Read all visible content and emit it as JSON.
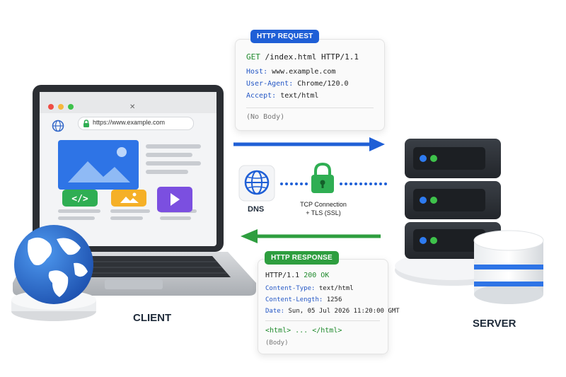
{
  "labels": {
    "client": "CLIENT",
    "server": "SERVER",
    "dns": "DNS",
    "tcp_line1": "TCP Connection",
    "tcp_line2": "+ TLS (SSL)"
  },
  "browser": {
    "url": "https://www.example.com"
  },
  "request": {
    "badge": "HTTP REQUEST",
    "method": "GET",
    "path": "/index.html HTTP/1.1",
    "headers": [
      {
        "key": "Host:",
        "value": "www.example.com"
      },
      {
        "key": "User-Agent:",
        "value": "Chrome/120.0"
      },
      {
        "key": "Accept:",
        "value": "text/html"
      }
    ],
    "body": "(No Body)"
  },
  "response": {
    "badge": "HTTP RESPONSE",
    "status_prefix": "HTTP/1.1",
    "status": "200 OK",
    "headers": [
      {
        "key": "Content-Type:",
        "value": "text/html"
      },
      {
        "key": "Content-Length:",
        "value": "1256"
      },
      {
        "key": "Date:",
        "value": "Sun, 05 Jul 2026 11:20:00 GMT"
      }
    ],
    "body_html": "<html> ... </html>",
    "body": "(Body)"
  },
  "colors": {
    "request_blue": "#1f5fd6",
    "response_green": "#2e9e3f",
    "key_blue": "#2457c5",
    "method_green": "#1f8a2c"
  },
  "icons": [
    "globe-icon",
    "lock-icon",
    "code-icon",
    "image-icon",
    "play-icon",
    "database-icon",
    "server-icon"
  ]
}
